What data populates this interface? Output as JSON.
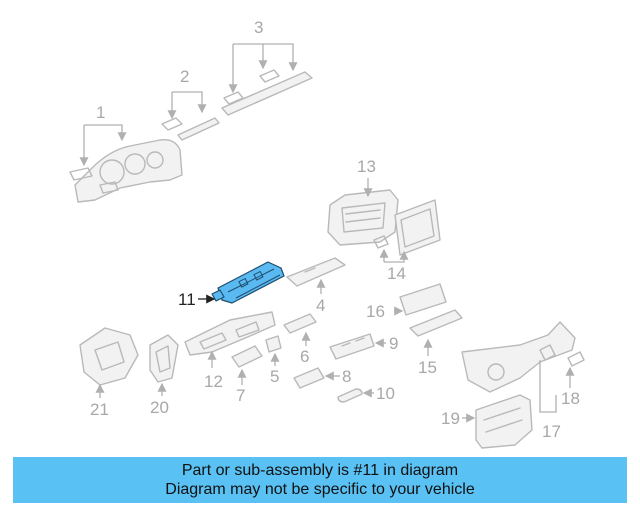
{
  "diagram": {
    "highlighted_part": "11",
    "highlight_color": "#59b9f0",
    "banner_color": "#59c1f3",
    "callouts": [
      "1",
      "2",
      "3",
      "4",
      "5",
      "6",
      "7",
      "8",
      "9",
      "10",
      "11",
      "12",
      "13",
      "14",
      "15",
      "16",
      "17",
      "18",
      "19",
      "20",
      "21"
    ]
  },
  "banner": {
    "line1": "Part or sub-assembly is #11 in diagram",
    "line2": "Diagram may not be specific to your vehicle"
  }
}
